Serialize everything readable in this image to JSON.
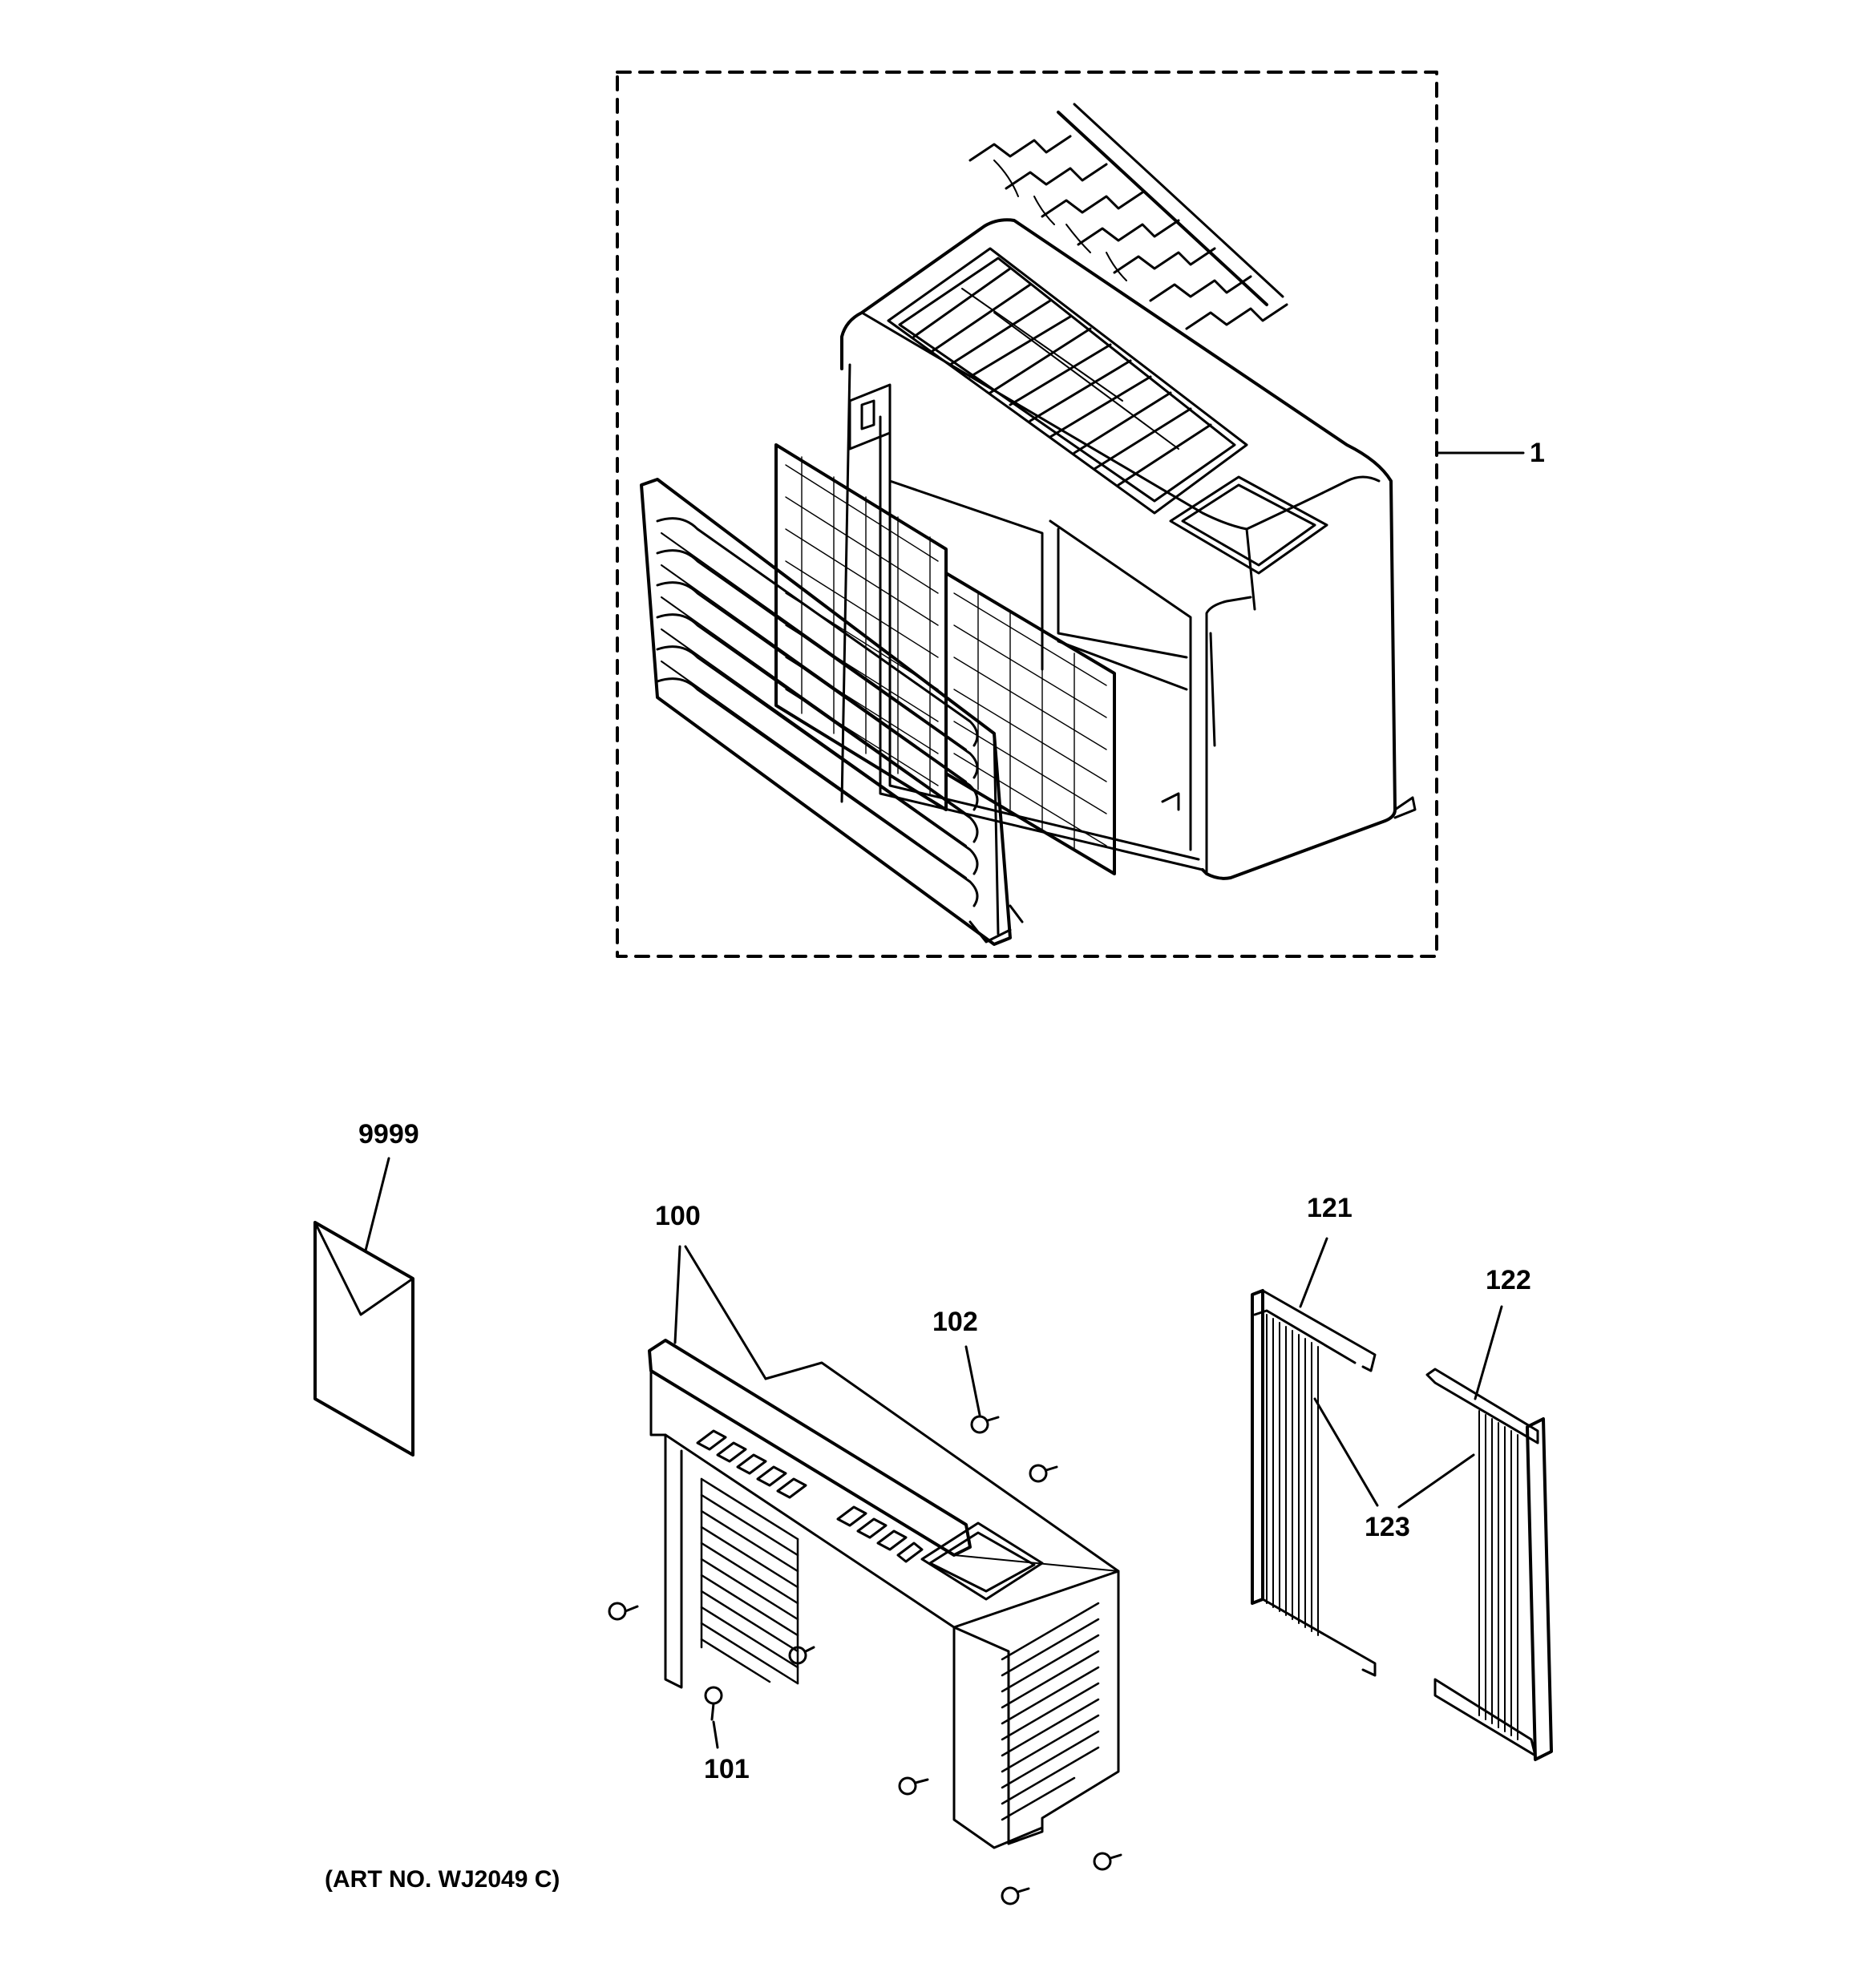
{
  "diagram": {
    "callouts": {
      "c1": "1",
      "c9999": "9999",
      "c100": "100",
      "c101": "101",
      "c102": "102",
      "c121": "121",
      "c122": "122",
      "c123": "123"
    },
    "art_number": "(ART NO. WJ2049 C)"
  }
}
